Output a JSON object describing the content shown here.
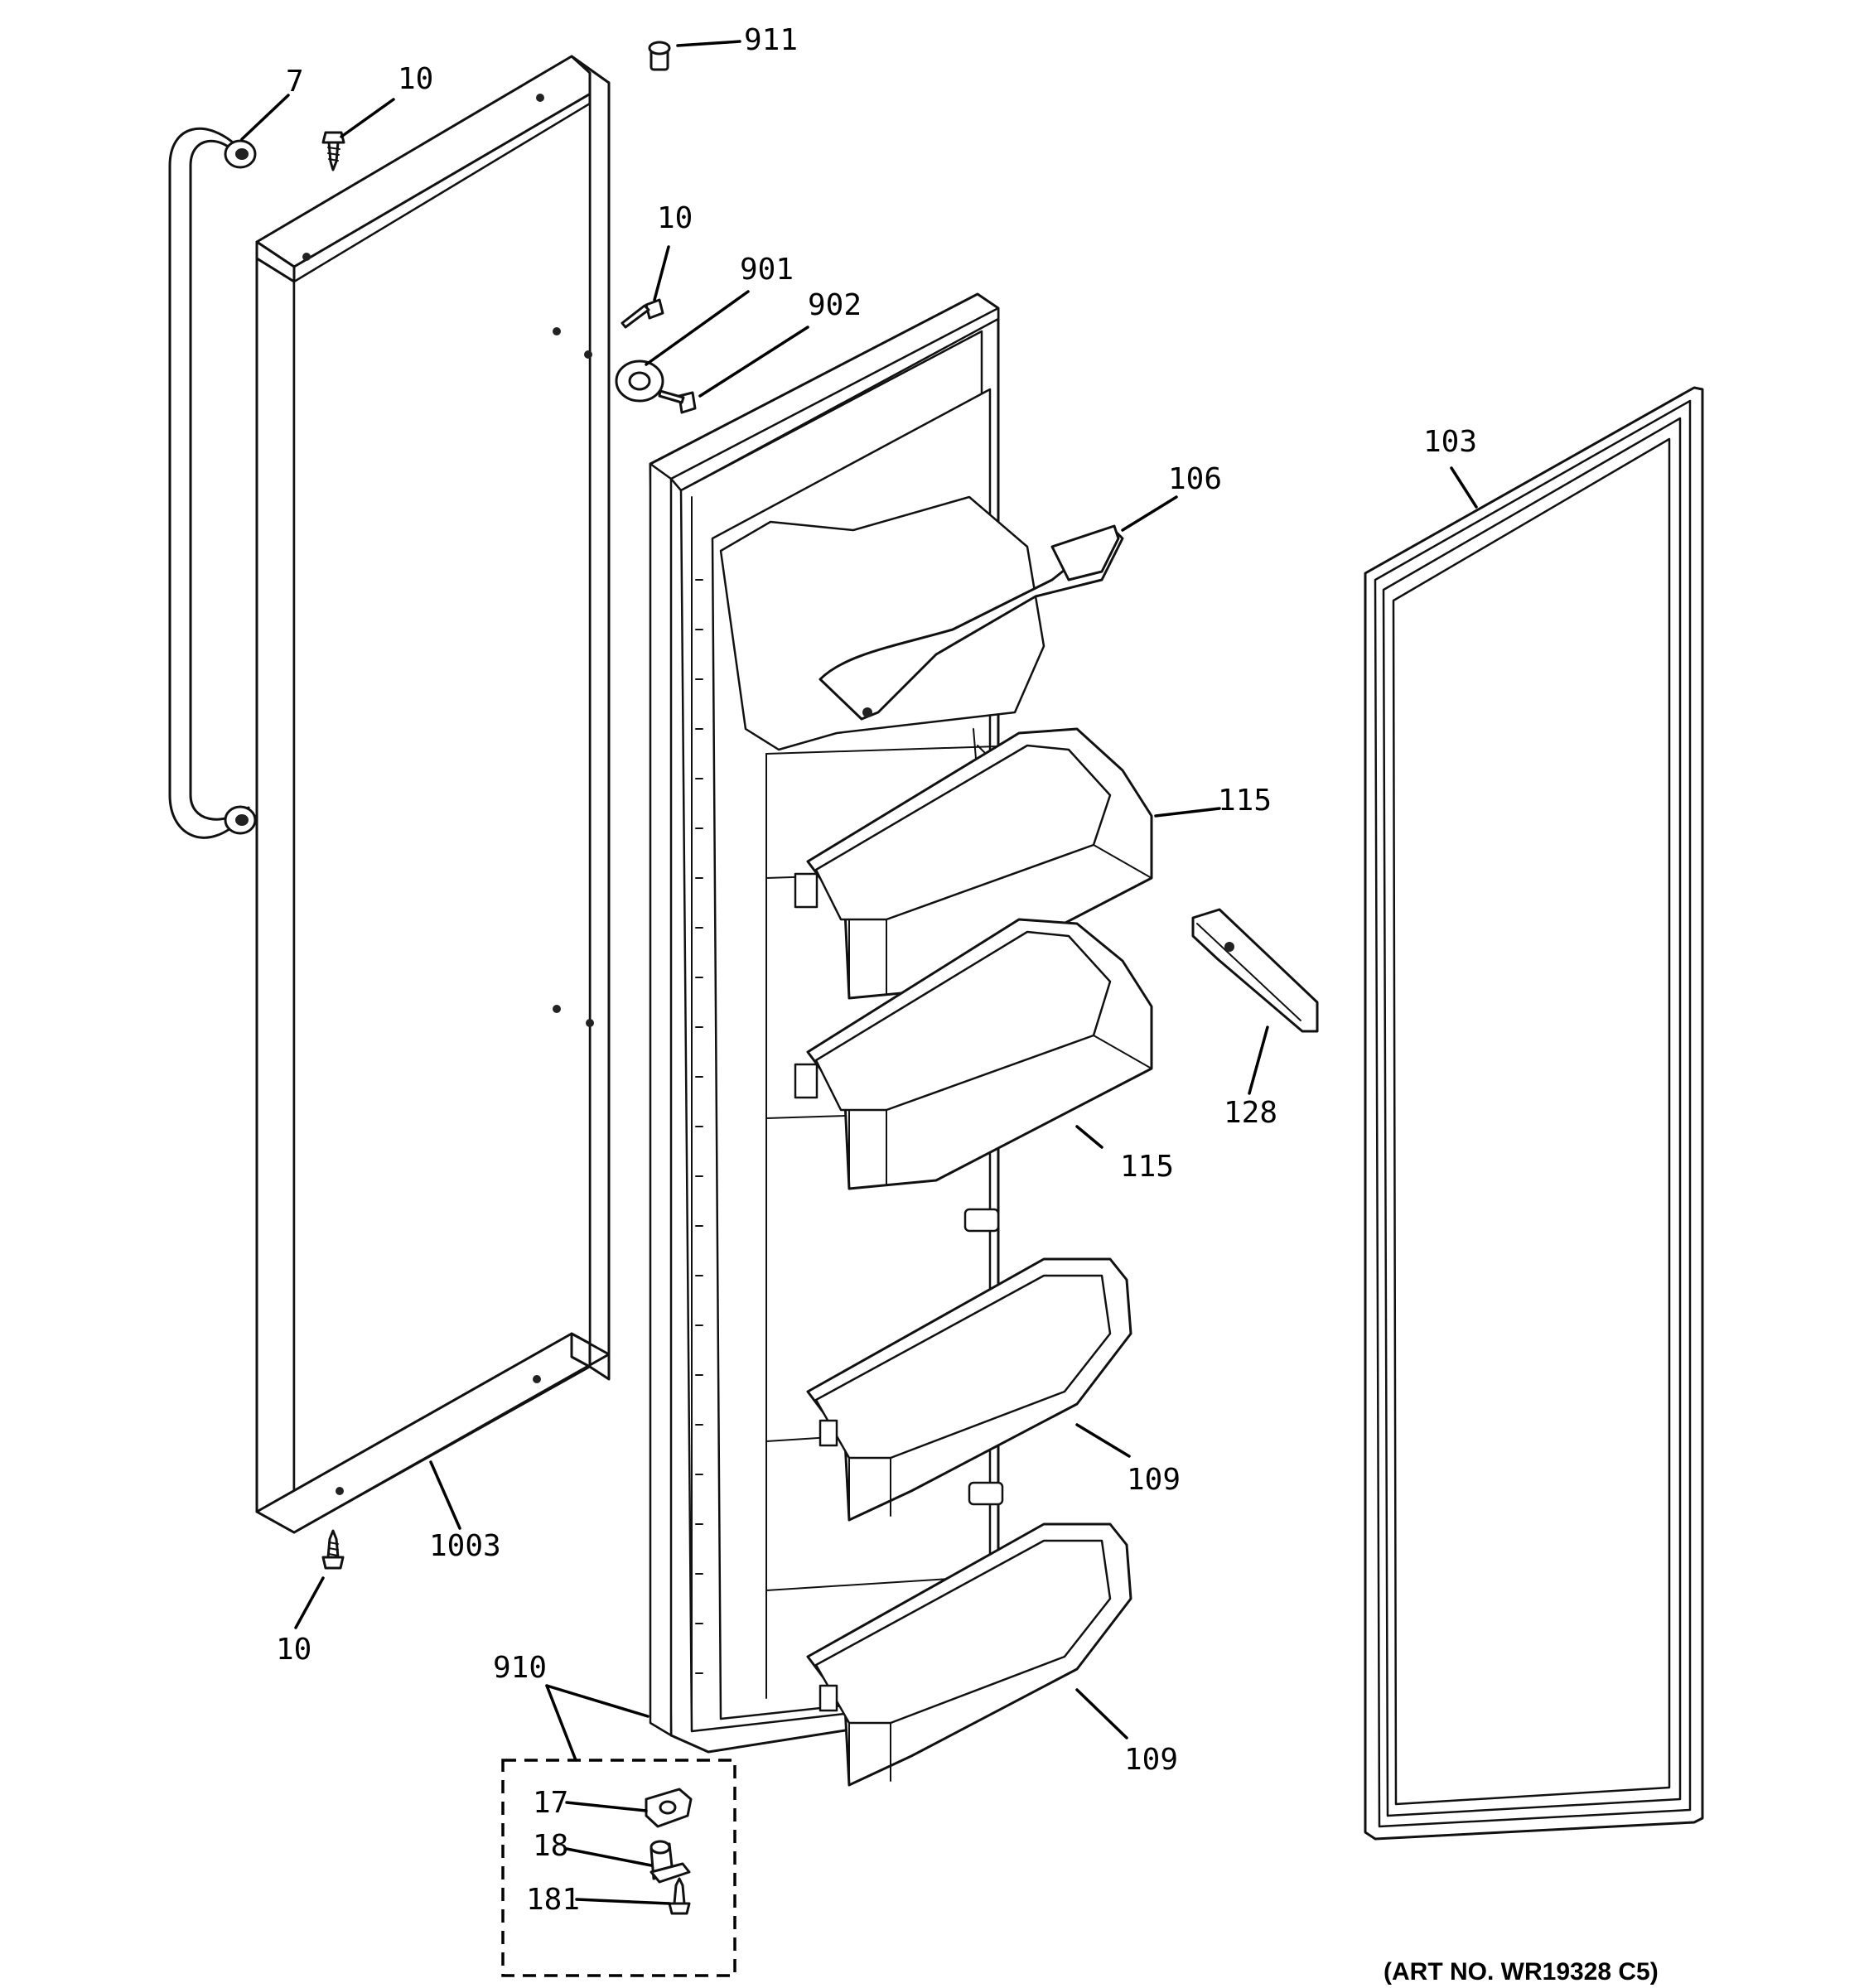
{
  "callouts": {
    "c7": "7",
    "c10_top": "10",
    "c911": "911",
    "c10_mid": "10",
    "c901": "901",
    "c902": "902",
    "c103": "103",
    "c106": "106",
    "c115_a": "115",
    "c115_b": "115",
    "c128": "128",
    "c109_a": "109",
    "c109_b": "109",
    "c1003": "1003",
    "c10_bot": "10",
    "c910": "910",
    "c17": "17",
    "c18": "18",
    "c181": "181"
  },
  "art_number": "(ART NO. WR19328 C5)"
}
